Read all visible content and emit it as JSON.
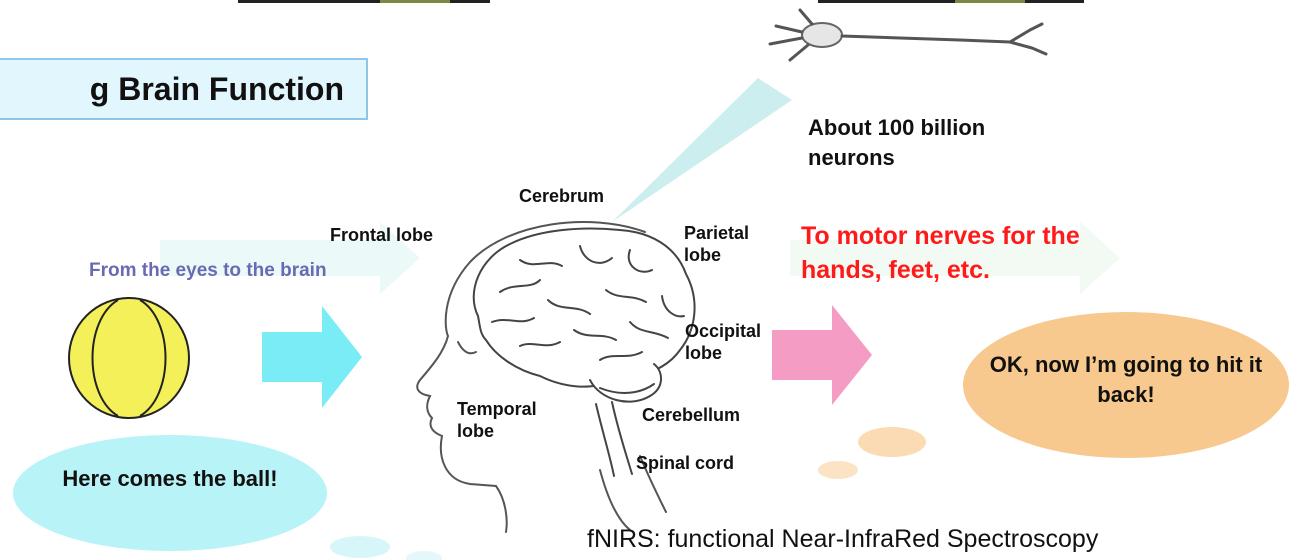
{
  "title": "g Brain Function",
  "labels": {
    "neurons": "About 100 billion neurons",
    "cerebrum": "Cerebrum",
    "frontal_lobe": "Frontal lobe",
    "parietal_lobe": "Parietal lobe",
    "occipital_lobe": "Occipital lobe",
    "temporal_lobe": "Temporal lobe",
    "cerebellum": "Cerebellum",
    "spinal_cord": "Spinal cord",
    "eyes_to_brain": "From the eyes to the brain",
    "motor_nerves": "To motor nerves for the hands, feet, etc."
  },
  "bubbles": {
    "ball_speech": "Here comes the ball!",
    "thought": "OK, now I’m going to hit it back!"
  },
  "footer": "fNIRS: functional Near-InfraRed Spectroscopy",
  "colors": {
    "ball": "#f4f05a",
    "speech_bubble": "#b8f3f8",
    "arrow_in": "#79ecf5",
    "arrow_out": "#f59cc4",
    "thought_bubble": "#f8c98e",
    "motor_text": "#ff1a1a",
    "eyes_text": "#6a6ab3",
    "title_box": "#e2f6fd"
  }
}
